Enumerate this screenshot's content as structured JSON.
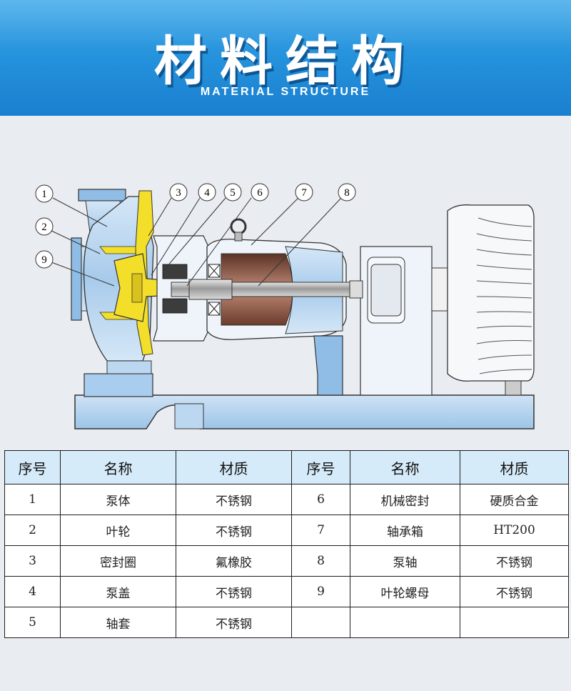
{
  "header": {
    "title": "材料结构",
    "subtitle": "MATERIAL STRUCTURE"
  },
  "diagram": {
    "callouts": [
      "1",
      "2",
      "3",
      "4",
      "5",
      "6",
      "7",
      "8",
      "9"
    ]
  },
  "table": {
    "headers": [
      "序号",
      "名称",
      "材质",
      "序号",
      "名称",
      "材质"
    ],
    "rows": [
      {
        "n1": "1",
        "name1": "泵体",
        "mat1": "不锈钢",
        "n2": "6",
        "name2": "机械密封",
        "mat2": "硬质合金"
      },
      {
        "n1": "2",
        "name1": "叶轮",
        "mat1": "不锈钢",
        "n2": "7",
        "name2": "轴承箱",
        "mat2": "HT200"
      },
      {
        "n1": "3",
        "name1": "密封圈",
        "mat1": "氟橡胶",
        "n2": "8",
        "name2": "泵轴",
        "mat2": "不锈钢"
      },
      {
        "n1": "4",
        "name1": "泵盖",
        "mat1": "不锈钢",
        "n2": "9",
        "name2": "叶轮螺母",
        "mat2": "不锈钢"
      },
      {
        "n1": "5",
        "name1": "轴套",
        "mat1": "不锈钢",
        "n2": "",
        "name2": "",
        "mat2": ""
      }
    ]
  },
  "colors": {
    "banner": "#2390db",
    "header_cell": "#d6ebfa",
    "pump_body": "#b9d6f0",
    "liner": "#f3df2a",
    "rotor": "#8a5a4a"
  }
}
